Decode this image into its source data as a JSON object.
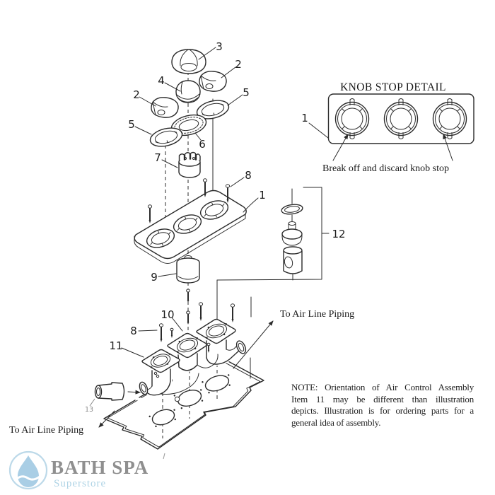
{
  "detail_inset": {
    "title": "KNOB STOP DETAIL",
    "part_ref": "1",
    "caption": "Break off and discard knob stop"
  },
  "labels": {
    "p1": "1",
    "p2a": "2",
    "p2b": "2",
    "p3": "3",
    "p4": "4",
    "p5a": "5",
    "p5b": "5",
    "p6": "6",
    "p7": "7",
    "p8a": "8",
    "p8b": "8",
    "p9": "9",
    "p10": "10",
    "p11": "11",
    "p12": "12",
    "p13": "13"
  },
  "callouts": {
    "air_line_top": "To Air Line Piping",
    "air_line_bottom": "To Air Line Piping"
  },
  "note": {
    "lines": [
      "NOTE: Orientation of Air Control Assembly",
      "Item 11 may be different than illustration",
      "depicts. Illustration is for ordering parts for a",
      "general idea of assembly."
    ]
  },
  "branding": {
    "name": "BATH SPA",
    "tagline": "Superstore",
    "colors": {
      "drop_blue": "#a9cee5",
      "ring_blue": "#bcd9e9",
      "name_gray": "#8f8f8f",
      "tagline_blue": "#aed3e5",
      "line_ink": "#2b2b2b"
    }
  }
}
